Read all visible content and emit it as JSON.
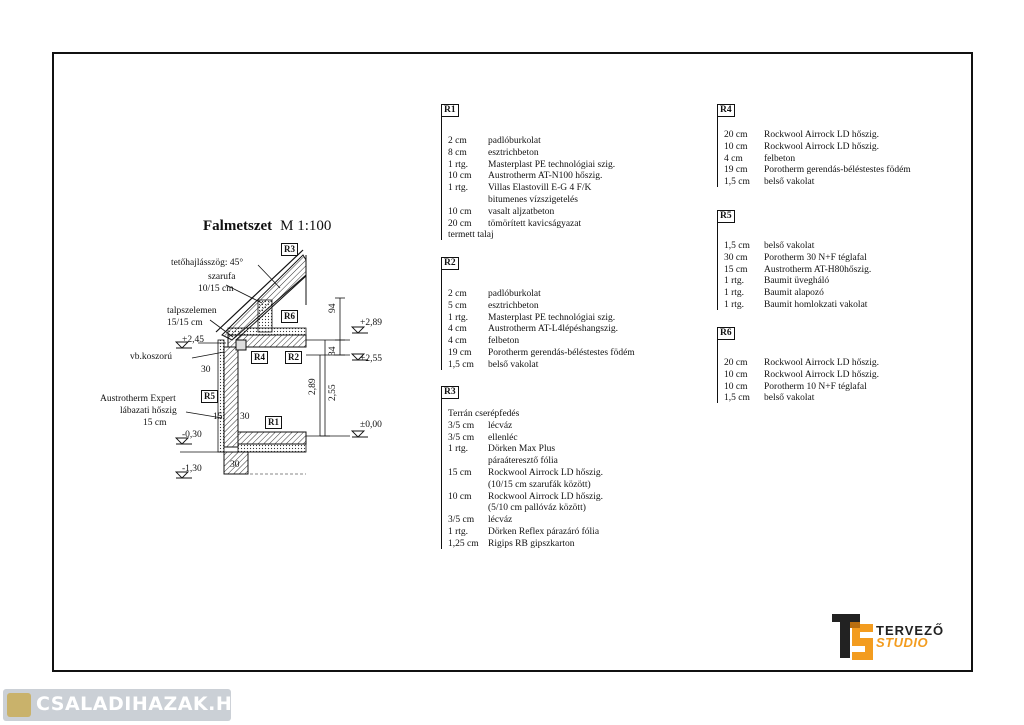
{
  "drawing": {
    "title": "Falmetszet",
    "scale": "M 1:100",
    "labels": {
      "roof_angle": "tetőhajlásszög: 45°",
      "rafter": "szarufa",
      "rafter_size": "10/15 cm",
      "sill_beam": "talpszelemen",
      "sill_size": "15/15 cm",
      "ring_beam": "vb.koszorú",
      "plinth_line1": "Austrotherm Expert",
      "plinth_line2": "lábazati hőszig",
      "plinth_line3": "15 cm",
      "dim_30a": "30",
      "dim_15": "15",
      "dim_30b": "30",
      "dim_30c": "30",
      "dim_94": "94",
      "dim_34": "34",
      "dim_289": "2,89",
      "dim_255": "2,55",
      "lvl_245": "+2,45",
      "lvl_289": "+2,89",
      "lvl_255": "+2,55",
      "lvl_000": "±0,00",
      "lvl_030": "-0,30",
      "lvl_130": "-1,30"
    },
    "tags": {
      "r1": "R1",
      "r2": "R2",
      "r3": "R3",
      "r4": "R4",
      "r5": "R5",
      "r6": "R6"
    }
  },
  "specs": {
    "r1": {
      "head": "R1",
      "rows": [
        {
          "q": "2 cm",
          "d": "padlóburkolat"
        },
        {
          "q": "8 cm",
          "d": "esztrichbeton"
        },
        {
          "q": "1 rtg.",
          "d": "Masterplast PE technológiai szig."
        },
        {
          "q": "10 cm",
          "d": "Austrotherm AT-N100 hőszig."
        },
        {
          "q": "1 rtg.",
          "d": "Villas Elastovill E-G 4 F/K"
        },
        {
          "q": "",
          "d": "bitumenes vízszigetelés"
        },
        {
          "q": "10 cm",
          "d": "vasalt aljzatbeton"
        },
        {
          "q": "20 cm",
          "d": "tömörített kavicságyazat"
        }
      ],
      "tail": "termett talaj"
    },
    "r2": {
      "head": "R2",
      "rows": [
        {
          "q": "2 cm",
          "d": "padlóburkolat"
        },
        {
          "q": "5 cm",
          "d": "esztrichbeton"
        },
        {
          "q": "1 rtg.",
          "d": "Masterplast PE technológiai szig."
        },
        {
          "q": "4 cm",
          "d": "Austrotherm AT-L4lépéshangszig."
        },
        {
          "q": "4 cm",
          "d": "felbeton"
        },
        {
          "q": "19 cm",
          "d": "Porotherm gerendás-béléstestes födém"
        },
        {
          "q": "1,5 cm",
          "d": "belső vakolat"
        }
      ]
    },
    "r3": {
      "head": "R3",
      "intro": "Terrán cserépfedés",
      "rows": [
        {
          "q": "3/5 cm",
          "d": "lécváz"
        },
        {
          "q": "3/5 cm",
          "d": "ellenléc"
        },
        {
          "q": "1 rtg.",
          "d": "Dörken Max Plus"
        },
        {
          "q": "",
          "d": "páraáteresztő fólia"
        },
        {
          "q": "15 cm",
          "d": "Rockwool Airrock LD hőszig."
        },
        {
          "q": "",
          "d": "(10/15 cm szarufák között)"
        },
        {
          "q": "10 cm",
          "d": "Rockwool Airrock LD hőszig."
        },
        {
          "q": "",
          "d": "(5/10 cm pallóváz között)"
        },
        {
          "q": "3/5 cm",
          "d": "lécváz"
        },
        {
          "q": "1 rtg.",
          "d": "Dörken Reflex párazáró fólia"
        },
        {
          "q": "1,25 cm",
          "d": "Rigips RB gipszkarton"
        }
      ]
    },
    "r4": {
      "head": "R4",
      "rows": [
        {
          "q": "20 cm",
          "d": "Rockwool Airrock LD hőszig."
        },
        {
          "q": "10 cm",
          "d": "Rockwool Airrock LD hőszig."
        },
        {
          "q": "4 cm",
          "d": "felbeton"
        },
        {
          "q": "19 cm",
          "d": "Porotherm gerendás-béléstestes födém"
        },
        {
          "q": "1,5 cm",
          "d": "belső vakolat"
        }
      ]
    },
    "r5": {
      "head": "R5",
      "rows": [
        {
          "q": "1,5 cm",
          "d": "belső vakolat"
        },
        {
          "q": "30 cm",
          "d": "Porotherm 30 N+F téglafal"
        },
        {
          "q": "15 cm",
          "d": "Austrotherm AT-H80hőszig."
        },
        {
          "q": "1 rtg.",
          "d": "Baumit üvegháló"
        },
        {
          "q": "1 rtg.",
          "d": "Baumit alapozó"
        },
        {
          "q": "1 rtg.",
          "d": "Baumit homlokzati vakolat"
        }
      ]
    },
    "r6": {
      "head": "R6",
      "rows": [
        {
          "q": "20 cm",
          "d": "Rockwool Airrock LD hőszig."
        },
        {
          "q": "10 cm",
          "d": "Rockwool Airrock LD hőszig."
        },
        {
          "q": "10 cm",
          "d": "Porotherm 10 N+F téglafal"
        },
        {
          "q": "1,5 cm",
          "d": "belső vakolat"
        }
      ]
    }
  },
  "logo": {
    "line1": "TERVEZŐ",
    "line2": "STUDIO",
    "accent": "#f39c1f",
    "dark": "#222222"
  },
  "watermark": {
    "text": "CSALADIHAZAK.HU"
  }
}
